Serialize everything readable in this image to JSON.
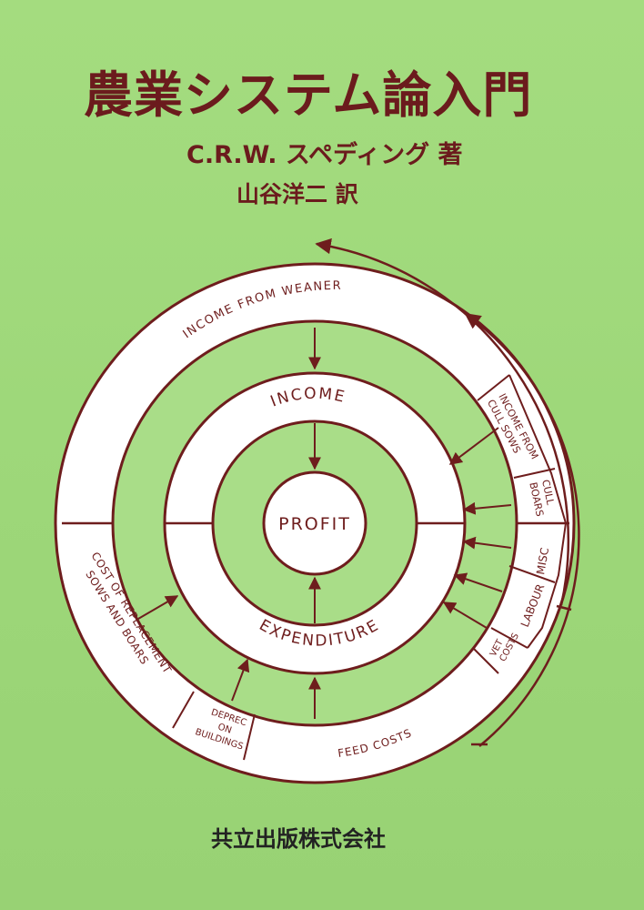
{
  "cover": {
    "title": "農業システム論入門",
    "author": "C.R.W. スペディング 著",
    "translator": "山谷洋二 訳",
    "publisher": "共立出版株式会社"
  },
  "diagram": {
    "center": "PROFIT",
    "income": "INCOME",
    "expenditure": "EXPENDITURE",
    "income_from_weaners": "INCOME FROM WEANERS",
    "income_from_cull_sows_1": "INCOME FROM",
    "income_from_cull_sows_2": "CULL SOWS",
    "cull_boars_1": "CULL",
    "cull_boars_2": "BOARS",
    "misc": "MISC",
    "labour": "LABOUR",
    "vet_costs_1": "VET",
    "vet_costs_2": "COSTS",
    "feed_costs": "FEED COSTS",
    "deprec_1": "DEPREC",
    "deprec_2": "ON",
    "deprec_3": "BUILDINGS",
    "replacement_1": "COST OF REPLACEMENT",
    "replacement_2": "SOWS AND BOARS"
  },
  "colors": {
    "background": "#9fd97a",
    "ink": "#6e1d1d",
    "ring_fill": "#ffffff"
  }
}
